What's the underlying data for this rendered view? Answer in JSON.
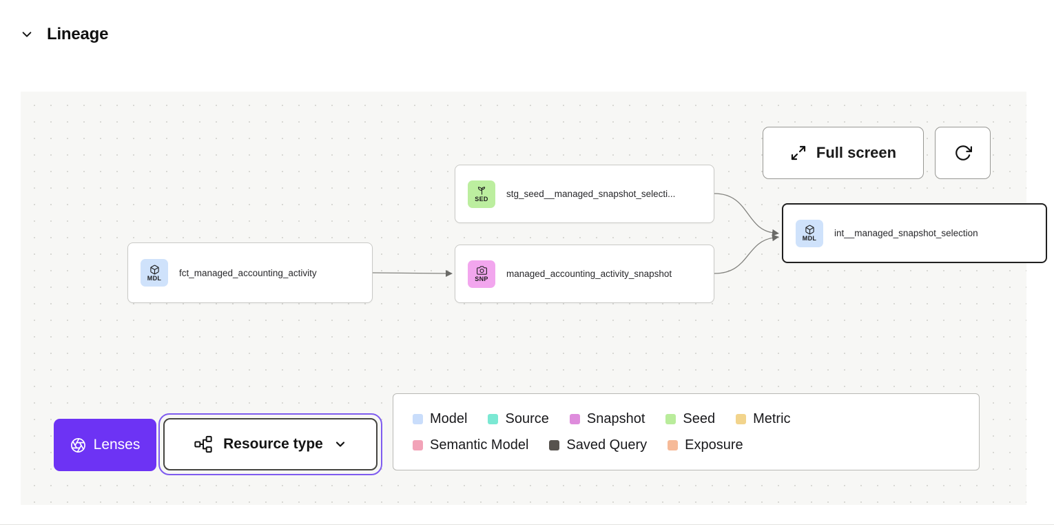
{
  "header": {
    "title": "Lineage",
    "collapse_state": "expanded"
  },
  "canvas": {
    "controls": {
      "fullscreen_label": "Full screen"
    }
  },
  "graph": {
    "nodes": [
      {
        "badge": "MDL",
        "type": "model",
        "label": "fct_managed_accounting_activity",
        "selected": false
      },
      {
        "badge": "SED",
        "type": "seed",
        "label": "stg_seed__managed_snapshot_selecti...",
        "selected": false
      },
      {
        "badge": "SNP",
        "type": "snapshot",
        "label": "managed_accounting_activity_snapshot",
        "selected": false
      },
      {
        "badge": "MDL",
        "type": "model",
        "label": "int__managed_snapshot_selection",
        "selected": true
      }
    ],
    "edges": [
      {
        "from": "fct_managed_accounting_activity",
        "to": "managed_accounting_activity_snapshot"
      },
      {
        "from": "stg_seed__managed_snapshot_selecti...",
        "to": "int__managed_snapshot_selection"
      },
      {
        "from": "managed_accounting_activity_snapshot",
        "to": "int__managed_snapshot_selection"
      }
    ]
  },
  "controls": {
    "lenses_label": "Lenses",
    "resource_type_label": "Resource type"
  },
  "legend": {
    "rows": [
      [
        {
          "label": "Model",
          "color": "#c9ddfb"
        },
        {
          "label": "Source",
          "color": "#7be8d3"
        },
        {
          "label": "Snapshot",
          "color": "#de8cdc"
        },
        {
          "label": "Seed",
          "color": "#b9ec9b"
        },
        {
          "label": "Metric",
          "color": "#f2d48c"
        }
      ],
      [
        {
          "label": "Semantic Model",
          "color": "#f2a3b8"
        },
        {
          "label": "Saved Query",
          "color": "#57534e"
        },
        {
          "label": "Exposure",
          "color": "#f6ba98"
        }
      ]
    ]
  },
  "icons": {
    "header_collapse": "chevron-down",
    "fullscreen": "expand-arrows",
    "refresh": "rotate-clockwise",
    "lenses": "aperture",
    "resource_type": "hierarchy-nodes",
    "resource_type_dropdown": "chevron-down",
    "model_badge": "cube",
    "seed_badge": "seedling",
    "snapshot_badge": "camera"
  },
  "colors": {
    "accent_purple": "#6d33f4",
    "focus_ring_purple": "#7e5bef",
    "badge_model_bg": "#cfe2fb",
    "badge_seed_bg": "#bcee9f",
    "badge_snapshot_bg": "#f2a6ee",
    "canvas_bg": "#f7f7f5",
    "node_border": "#c9c9c6",
    "selected_node_border": "#1f1f1f",
    "edge": "#82827e"
  }
}
